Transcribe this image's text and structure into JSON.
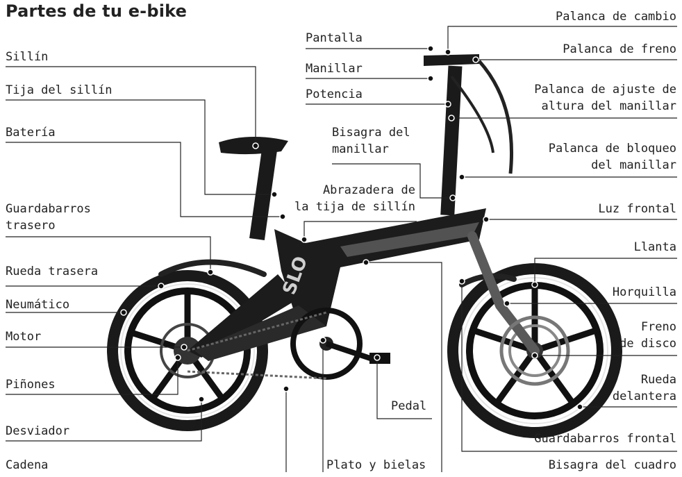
{
  "title": "Partes de tu e-bike",
  "labels": {
    "sillin": "Sillín",
    "tija_sillin": "Tija del sillín",
    "bateria": "Batería",
    "guardabarros_trasero": [
      "Guardabarros",
      "trasero"
    ],
    "rueda_trasera": "Rueda trasera",
    "neumatico": "Neumático",
    "motor": "Motor",
    "pinones": "Piñones",
    "desviador": "Desviador",
    "cadena": "Cadena",
    "pantalla": "Pantalla",
    "manillar": "Manillar",
    "potencia": "Potencia",
    "bisagra_manillar": [
      "Bisagra del",
      "manillar"
    ],
    "abrazadera": [
      "Abrazadera de",
      "la tija de sillín"
    ],
    "plato_bielas": "Plato y bielas",
    "pedal": "Pedal",
    "palanca_cambio": "Palanca de cambio",
    "palanca_freno": "Palanca de freno",
    "palanca_ajuste": [
      "Palanca de ajuste de",
      "altura del manillar"
    ],
    "palanca_bloqueo": [
      "Palanca de bloqueo",
      "del manillar"
    ],
    "luz_frontal": "Luz frontal",
    "llanta": "Llanta",
    "horquilla": "Horquilla",
    "freno_disco": [
      "Freno",
      "de disco"
    ],
    "rueda_delantera": [
      "Rueda",
      "delantera"
    ],
    "guardabarros_frontal": "Guardabarros frontal",
    "bisagra_cuadro": "Bisagra del cuadro"
  },
  "frame_text": "SLO"
}
